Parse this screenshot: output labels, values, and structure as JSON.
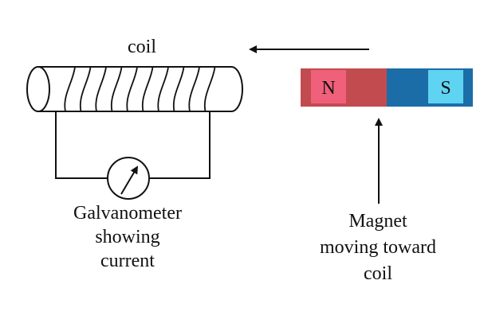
{
  "labels": {
    "coil": "coil",
    "galvanometer": [
      "Galvanometer",
      "showing",
      "current"
    ],
    "magnet_caption": [
      "Magnet",
      "moving toward",
      "coil"
    ]
  },
  "magnet": {
    "north_label": "N",
    "south_label": "S"
  },
  "colors": {
    "north_dark": "#c24b4f",
    "north_light": "#f0607a",
    "south_dark": "#1b6da8",
    "south_light": "#5fd3f2",
    "line": "#111111"
  },
  "icons": {
    "motion_arrow": "left-arrow-icon",
    "pointer_arrow": "up-arrow-icon",
    "meter_needle": "galvanometer-needle-icon"
  }
}
